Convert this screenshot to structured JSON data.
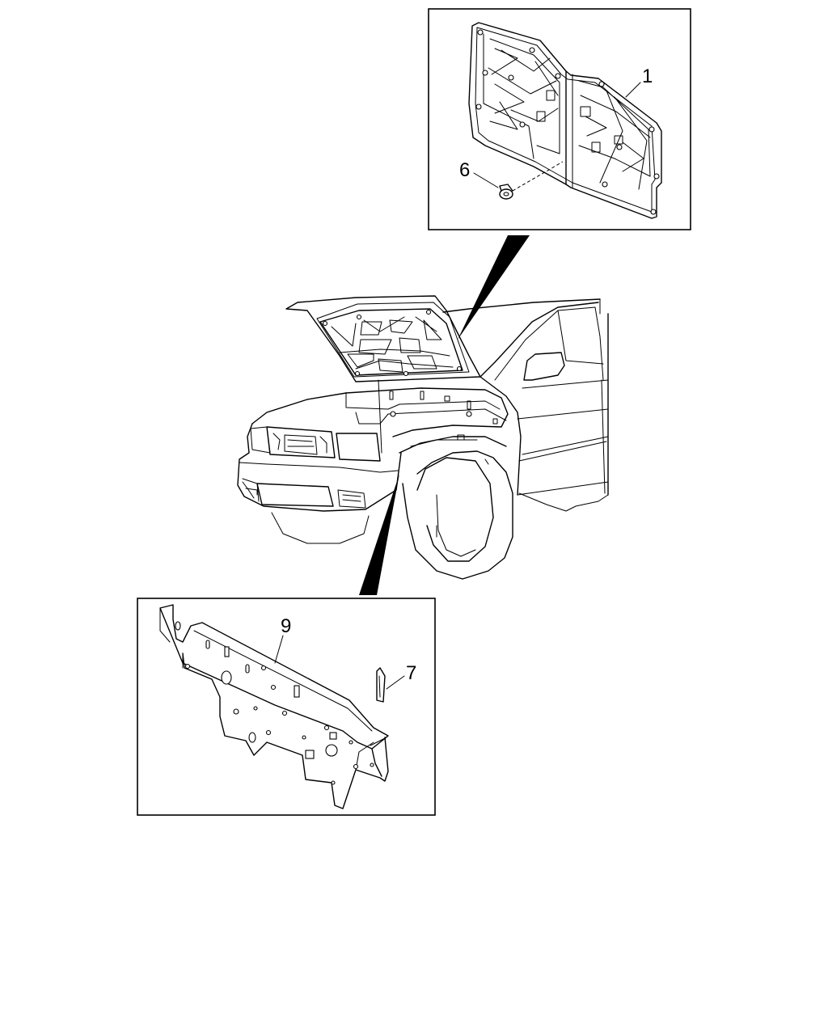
{
  "callouts": {
    "hood_insulator": "1",
    "clip_hood": "6",
    "clip_dash": "7",
    "dash_insulator": "9"
  },
  "colors": {
    "line": "#000000",
    "background": "#ffffff"
  }
}
